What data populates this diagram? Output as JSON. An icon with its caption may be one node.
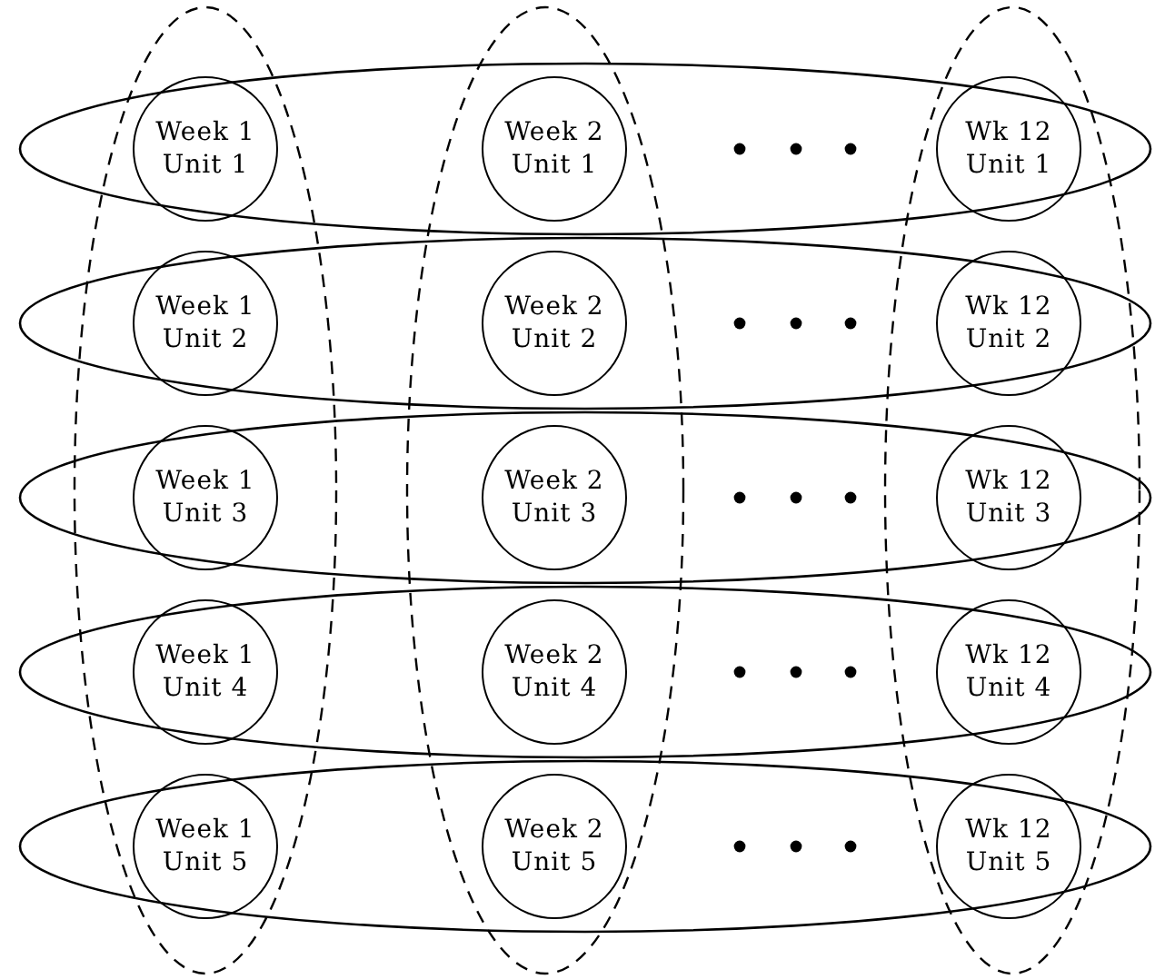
{
  "diagram": {
    "nodes": [
      {
        "text": [
          "Week 1 Unit 1"
        ]
      },
      {
        "text": [
          "Week 2 Unit 1"
        ]
      },
      {
        "text": [
          "Wk 12 Unit 1"
        ]
      },
      {
        "text": [
          "Week 1 Unit 2"
        ]
      },
      {
        "text": [
          "Week 2 Unit 2"
        ]
      },
      {
        "text": [
          "Wk 12 Unit 2"
        ]
      },
      {
        "text": [
          "Week 1 Unit 3"
        ]
      },
      {
        "text": [
          "Week 2 Unit 3"
        ]
      },
      {
        "text": [
          "Wk 12 Unit 3"
        ]
      },
      {
        "text": [
          "Week 1 Unit 4"
        ]
      },
      {
        "text": [
          "Week 2 Unit 4"
        ]
      },
      {
        "text": [
          "Wk 12 Unit 4"
        ]
      },
      {
        "text": [
          "Week 1 Unit 5"
        ]
      },
      {
        "text": [
          "Week 2 Unit 5"
        ]
      },
      {
        "text": [
          "Wk 12 Unit 5"
        ]
      }
    ],
    "edges": []
  }
}
